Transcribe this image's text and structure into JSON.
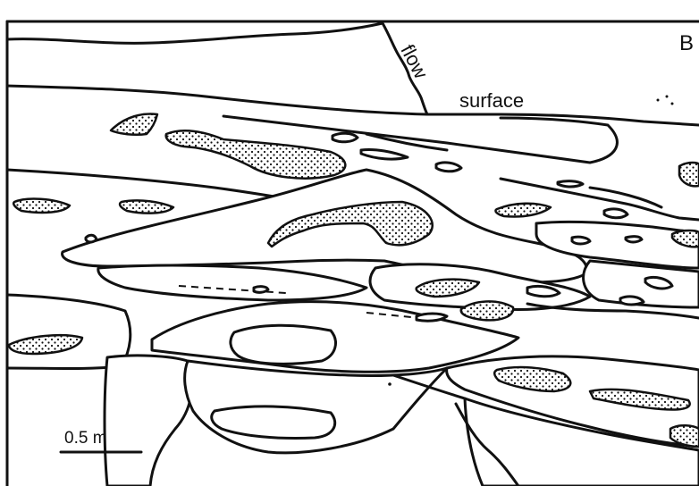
{
  "figure": {
    "panel_letter": "B",
    "flow_label": "flow",
    "surface_label": "surface",
    "scale_label": "0.5 m"
  },
  "colors": {
    "ink": "#111111",
    "paper": "#ffffff"
  }
}
